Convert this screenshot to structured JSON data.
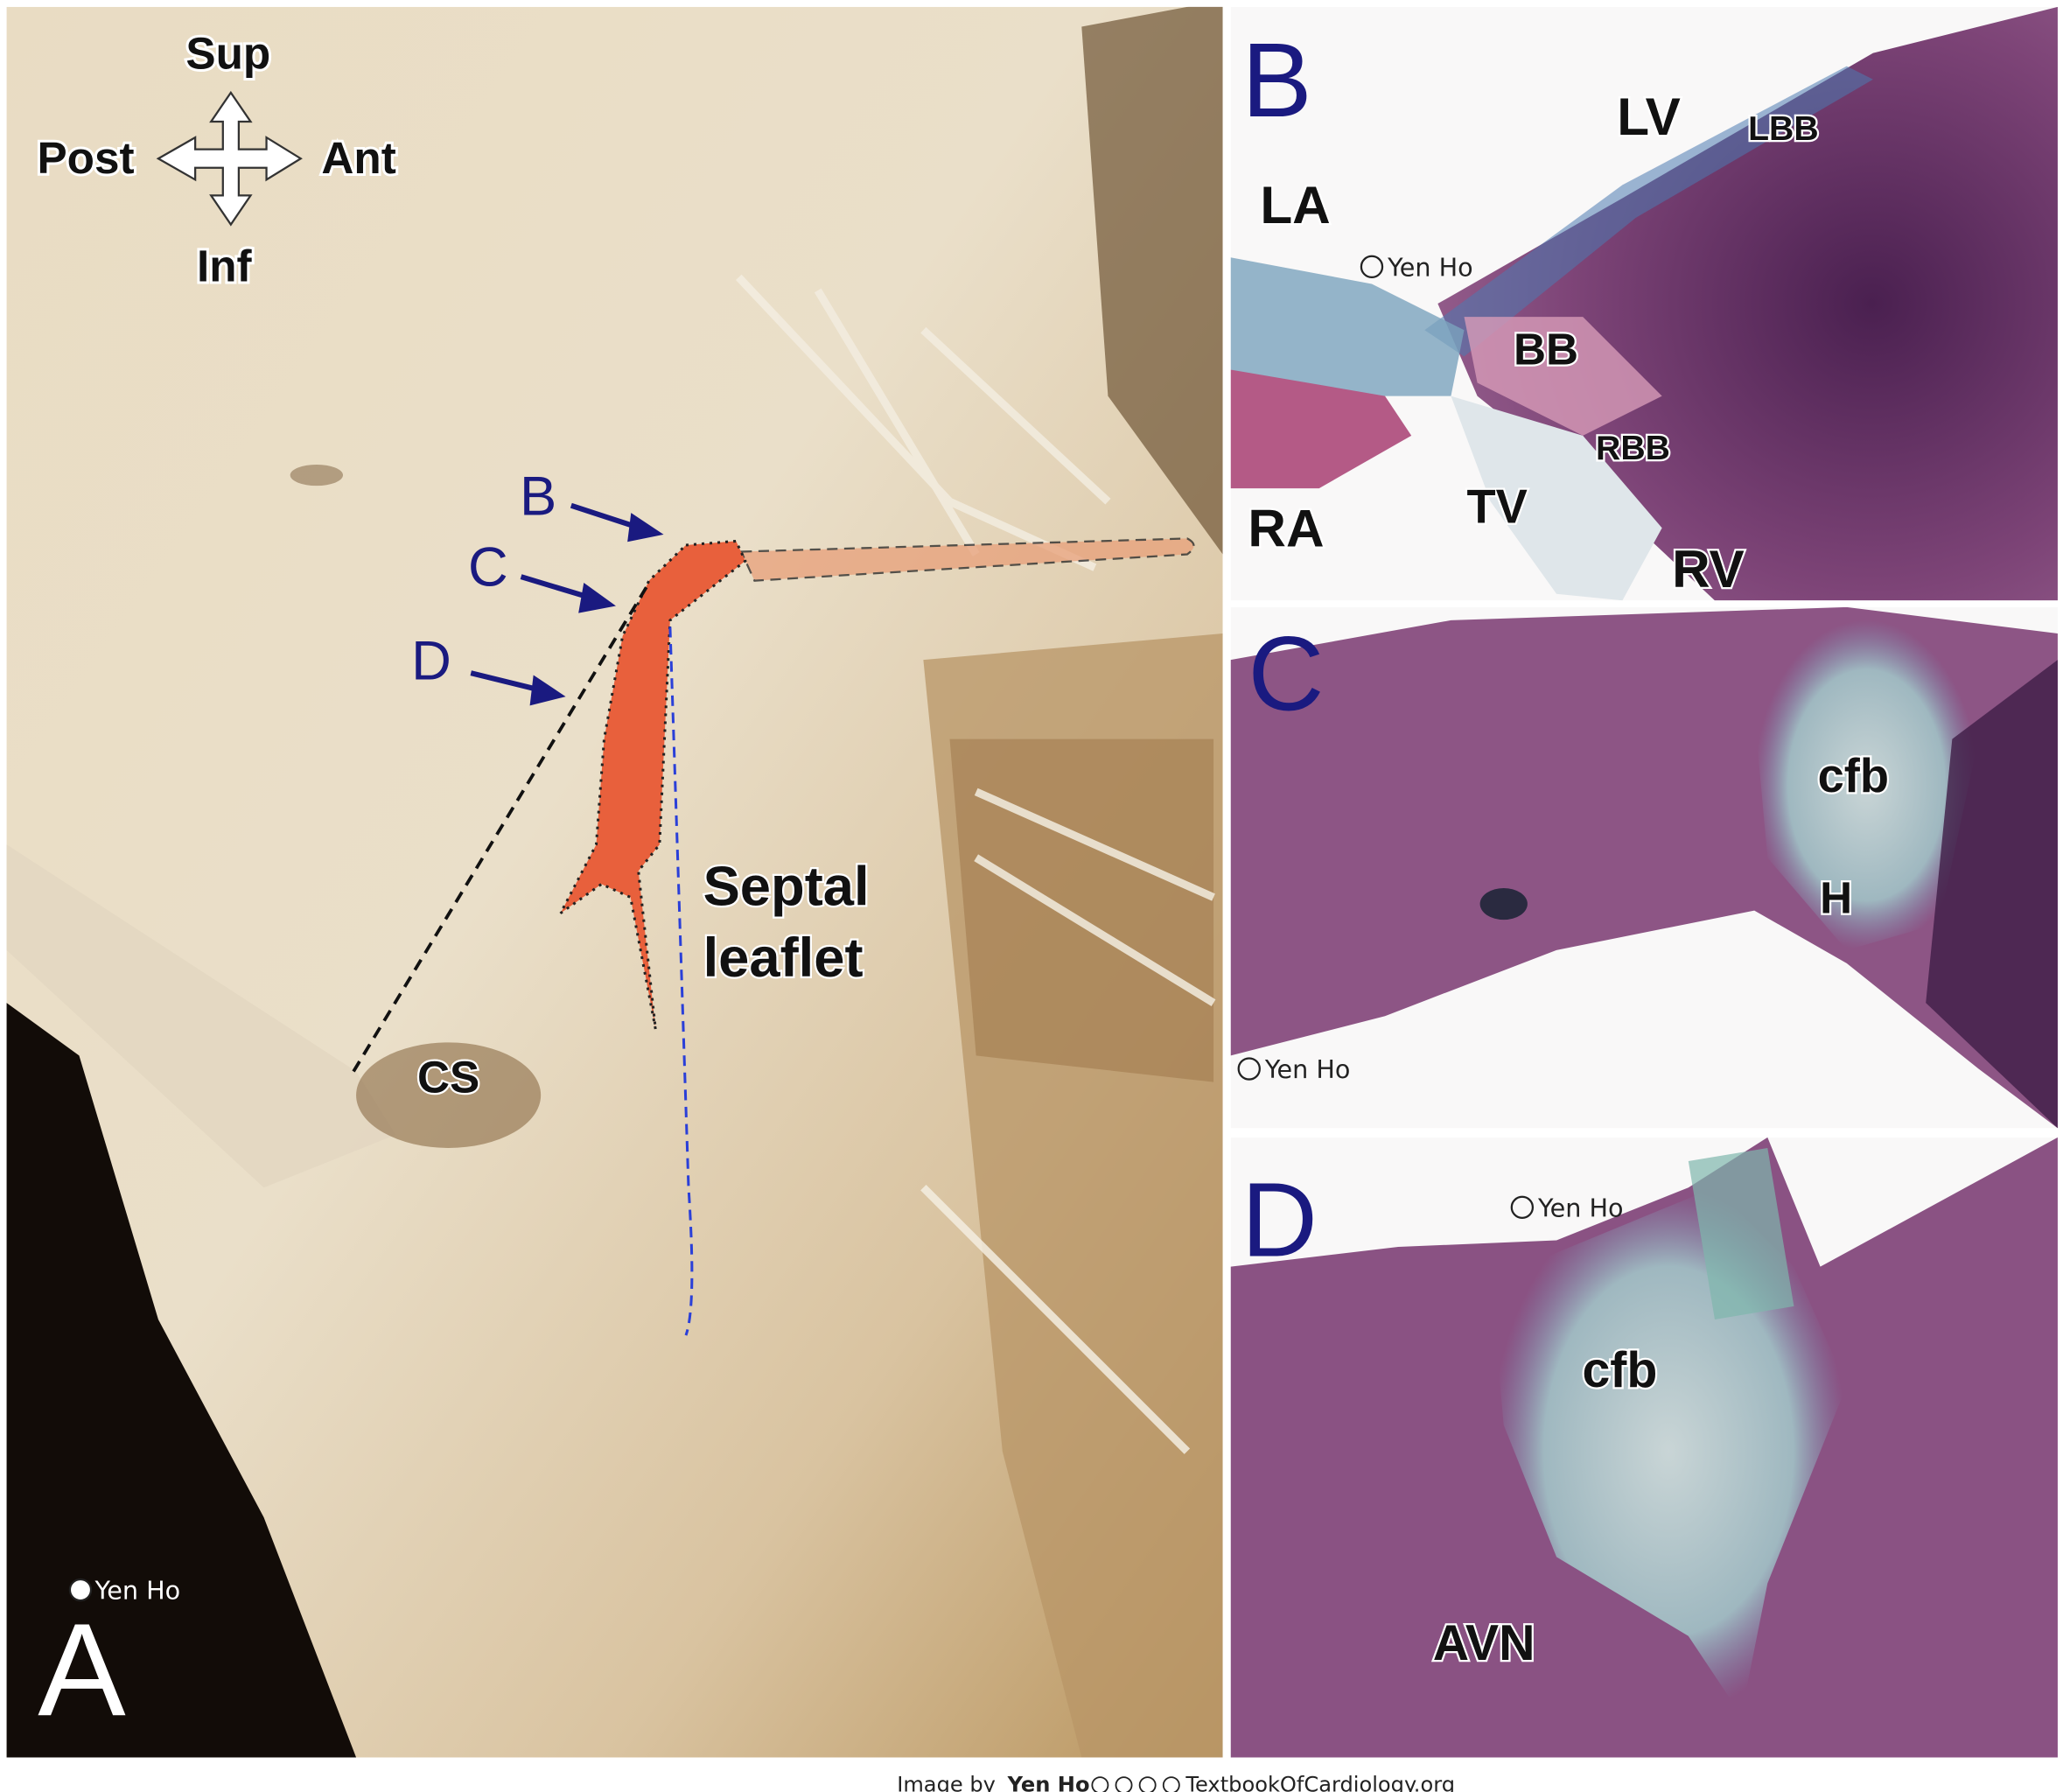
{
  "panel_a": {
    "letter": "A",
    "orientation": {
      "sup": "Sup",
      "post": "Post",
      "ant": "Ant",
      "inf": "Inf"
    },
    "section_markers": [
      "B",
      "C",
      "D"
    ],
    "septal_label_line1": "Septal",
    "septal_label_line2": "leaflet",
    "cs_label": "CS",
    "copyright": "Yen Ho",
    "colors": {
      "conduction_tissue": "#e8603c",
      "septal_line": "#2a3fd8",
      "marker": "#1a1a80"
    }
  },
  "panel_b": {
    "letter": "B",
    "labels": {
      "lv": "LV",
      "lbb": "LBB",
      "la": "LA",
      "bb": "BB",
      "rbb": "RBB",
      "ra": "RA",
      "tv": "TV",
      "rv": "RV"
    },
    "copyright": "Yen Ho"
  },
  "panel_c": {
    "letter": "C",
    "labels": {
      "cfb": "cfb",
      "h": "H"
    },
    "copyright": "Yen Ho"
  },
  "panel_d": {
    "letter": "D",
    "labels": {
      "cfb": "cfb",
      "avn": "AVN"
    },
    "copyright": "Yen Ho"
  },
  "footer": {
    "prefix": "Image by",
    "author": "Yen Ho",
    "site": "TextbookOfCardiology.org"
  }
}
